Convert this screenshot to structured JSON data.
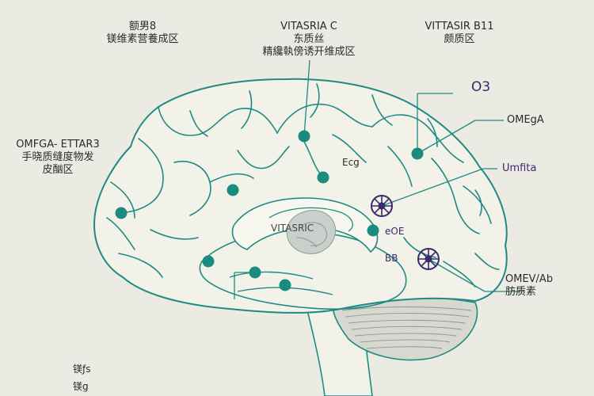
{
  "labels": {
    "top_left_line1": "额男8",
    "top_left_line2": "镁维素营養成区",
    "top_mid_line1": "VITASRIA C",
    "top_mid_line2": "东质丝",
    "top_mid_line3": "精纔執傍诱开维成区",
    "top_right_line1": "VITTASIR B11",
    "top_right_line2": "颇质区",
    "left_line1": "OMFGA- ETTAR3",
    "left_line2": "手晓质缝度物发",
    "left_line3": "皮酗区",
    "right_o3": "O3",
    "right_omega": "OMEgA",
    "right_omfita": "Umfita",
    "inner_ecg": "Ecg",
    "inner_oe": "eOE",
    "inner_bb": "BB",
    "inner_vitasric": "VITASRIC",
    "bottom_right_line1": "OMEV/Ab",
    "bottom_right_line2": "肪质素",
    "bottom_left_line1": "镁ƒs",
    "bottom_left_line2": "镁g"
  },
  "colors": {
    "background": "#ecebe3",
    "outline": "#1f8a84",
    "node": "#1b8a7f",
    "purple": "#3a2a6a",
    "cerebellum": "#d8d8d0",
    "brainstem": "#f2f2e8"
  },
  "icons": {
    "node": "teal-dot",
    "marker": "purple-star-circle"
  }
}
